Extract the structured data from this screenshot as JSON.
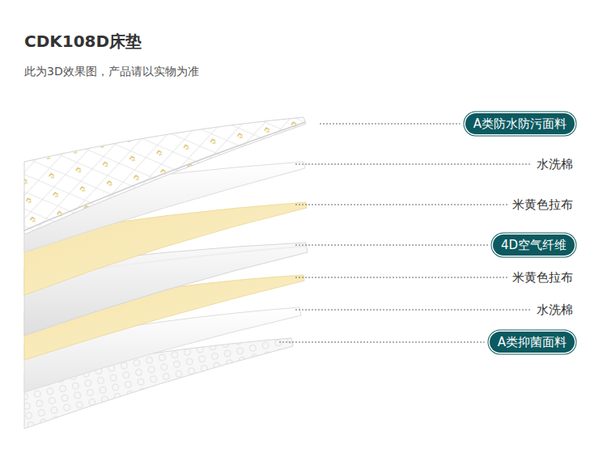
{
  "diagram": {
    "title": "CDK108D床垫",
    "caption": "此为3D效果图，产品请以实物为准",
    "nodes": [
      {
        "text": [
          "A类防水防污面料"
        ]
      },
      {
        "text": [
          "4D空气纤维"
        ]
      },
      {
        "text": [
          "A类抑菌面料"
        ]
      }
    ],
    "labels": [
      "水洗棉",
      "米黄色拉布",
      "米黄色拉布",
      "水洗棉"
    ]
  }
}
